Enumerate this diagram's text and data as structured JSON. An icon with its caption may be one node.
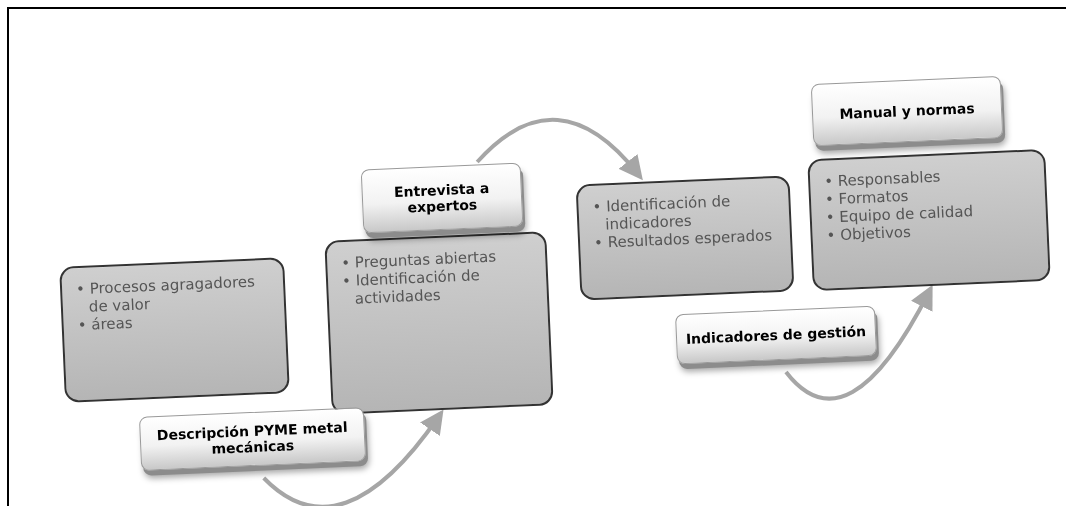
{
  "diagram": {
    "nodes": [
      {
        "text": [
          "• Procesos agragadores de valor",
          "• áreas"
        ]
      },
      {
        "text": [
          "Descripción PYME metal mecánicas"
        ]
      },
      {
        "text": [
          "• Preguntas abiertas",
          "• Identificación de actividades"
        ]
      },
      {
        "text": [
          "Entrevista a expertos"
        ]
      },
      {
        "text": [
          "• Identificación de indicadores",
          "• Resultados esperados"
        ]
      },
      {
        "text": [
          "Indicadores de gestión"
        ]
      },
      {
        "text": [
          "• Responsables",
          "• Formatos",
          "• Equipo de calidad",
          "• Objetivos"
        ]
      },
      {
        "text": [
          "Manual y normas"
        ]
      }
    ],
    "edges": [
      {
        "from": 1,
        "to": 2,
        "arrow": "to"
      },
      {
        "from": 3,
        "to": 4,
        "arrow": "to"
      },
      {
        "from": 5,
        "to": 6,
        "arrow": "to"
      }
    ]
  }
}
